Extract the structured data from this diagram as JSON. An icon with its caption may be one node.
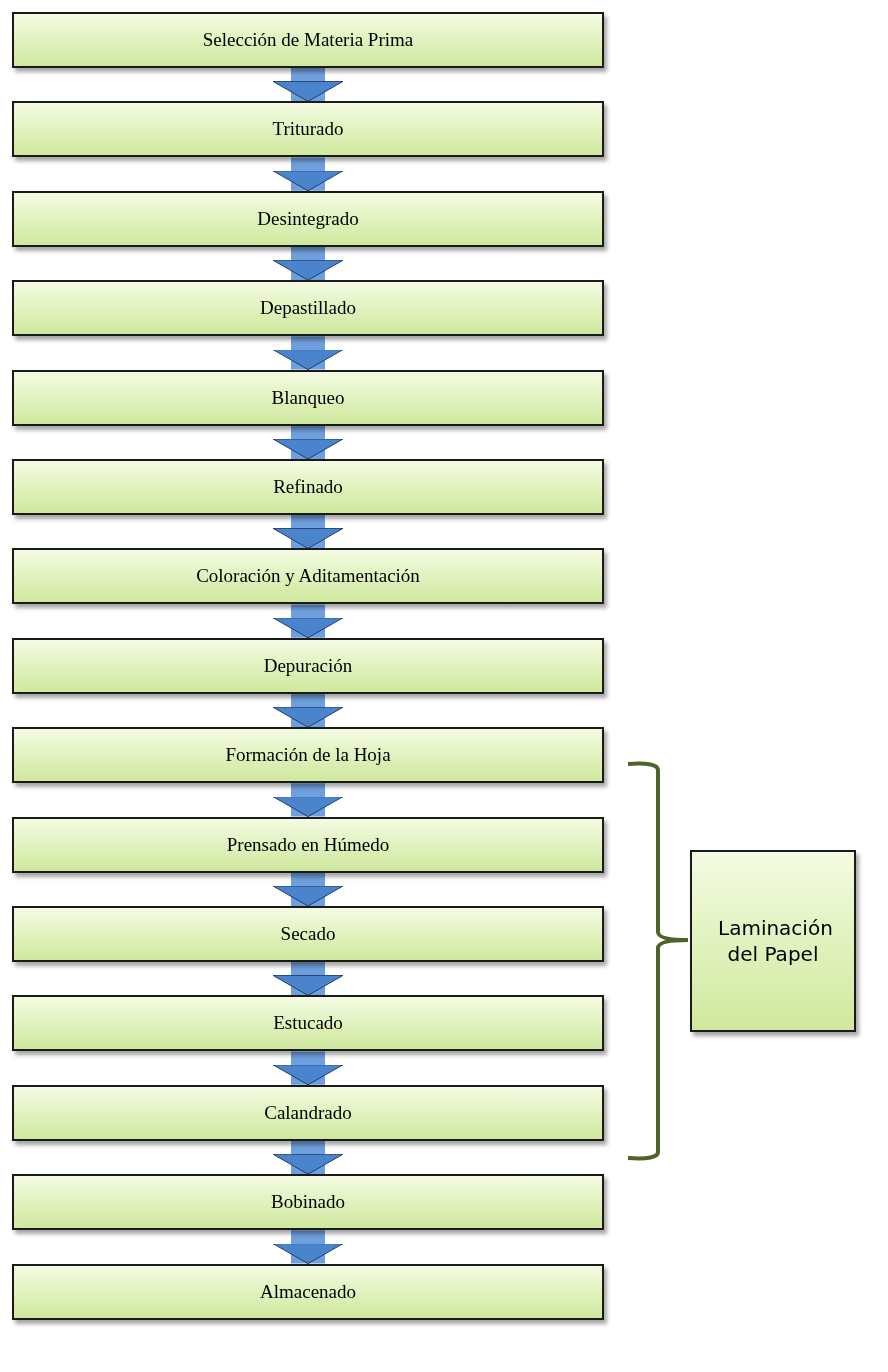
{
  "diagram": {
    "nodes": [
      {
        "text": [
          "Selección de Materia Prima"
        ]
      },
      {
        "text": [
          "Triturado"
        ]
      },
      {
        "text": [
          "Desintegrado"
        ]
      },
      {
        "text": [
          "Depastillado"
        ]
      },
      {
        "text": [
          "Blanqueo"
        ]
      },
      {
        "text": [
          "Refinado"
        ]
      },
      {
        "text": [
          "Coloración y Aditamentación"
        ]
      },
      {
        "text": [
          "Depuración"
        ]
      },
      {
        "text": [
          "Formación de la Hoja"
        ]
      },
      {
        "text": [
          "Prensado en Húmedo"
        ]
      },
      {
        "text": [
          "Secado"
        ]
      },
      {
        "text": [
          "Estucado"
        ]
      },
      {
        "text": [
          "Calandrado"
        ]
      },
      {
        "text": [
          "Bobinado"
        ]
      },
      {
        "text": [
          "Almacenado"
        ]
      },
      {
        "text": [
          "Laminación del Papel"
        ]
      }
    ],
    "edges": [
      {
        "from": 0,
        "to": 1,
        "arrow": "to"
      },
      {
        "from": 1,
        "to": 2,
        "arrow": "to"
      },
      {
        "from": 2,
        "to": 3,
        "arrow": "to"
      },
      {
        "from": 3,
        "to": 4,
        "arrow": "to"
      },
      {
        "from": 4,
        "to": 5,
        "arrow": "to"
      },
      {
        "from": 5,
        "to": 6,
        "arrow": "to"
      },
      {
        "from": 6,
        "to": 7,
        "arrow": "to"
      },
      {
        "from": 7,
        "to": 8,
        "arrow": "to"
      },
      {
        "from": 8,
        "to": 9,
        "arrow": "to"
      },
      {
        "from": 9,
        "to": 10,
        "arrow": "to"
      },
      {
        "from": 10,
        "to": 11,
        "arrow": "to"
      },
      {
        "from": 11,
        "to": 12,
        "arrow": "to"
      },
      {
        "from": 12,
        "to": 13,
        "arrow": "to"
      },
      {
        "from": 13,
        "to": 14,
        "arrow": "to"
      }
    ]
  }
}
